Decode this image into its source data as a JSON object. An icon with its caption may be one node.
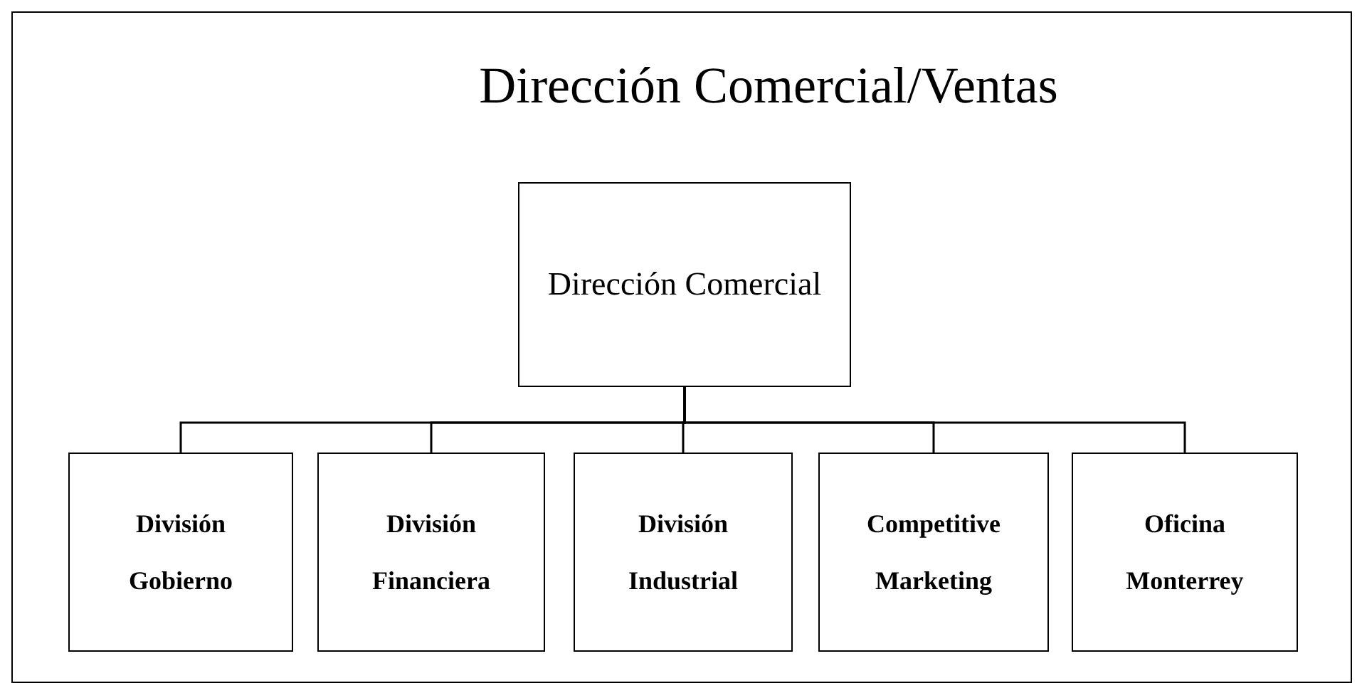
{
  "diagram": {
    "title": "Dirección Comercial/Ventas",
    "nodes": [
      {
        "text": [
          "Dirección Comercial"
        ]
      },
      {
        "text": [
          "División Gobierno"
        ]
      },
      {
        "text": [
          "División Financiera"
        ]
      },
      {
        "text": [
          "División Industrial"
        ]
      },
      {
        "text": [
          "Competitive Marketing"
        ]
      },
      {
        "text": [
          "Oficina Monterrey"
        ]
      }
    ],
    "edges": [
      {
        "from": 0,
        "to": 1,
        "arrow": "none"
      },
      {
        "from": 0,
        "to": 2,
        "arrow": "none"
      },
      {
        "from": 0,
        "to": 3,
        "arrow": "none"
      },
      {
        "from": 0,
        "to": 4,
        "arrow": "none"
      },
      {
        "from": 0,
        "to": 5,
        "arrow": "none"
      }
    ]
  }
}
